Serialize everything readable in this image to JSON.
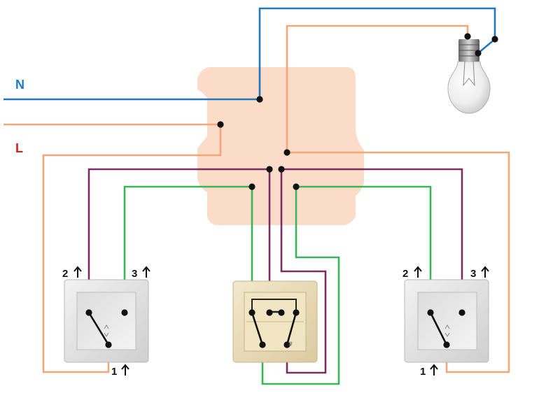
{
  "labels": {
    "neutral": "N",
    "live": "L",
    "left_switch_top_left": "2",
    "left_switch_top_right": "3",
    "left_switch_bottom": "1",
    "right_switch_top_left": "2",
    "right_switch_top_right": "3",
    "right_switch_bottom": "1",
    "cross_switch_mark": "#"
  },
  "colors": {
    "neutral_wire": "#1f78c1",
    "live_wire": "#f0a878",
    "traveler_purple": "#7a2e63",
    "traveler_green": "#3cb45a",
    "junction_box": "#fbdcc8",
    "neutral_label": "#1f78c1",
    "live_label": "#d42020",
    "switch_plate": "#e4e4e4",
    "cross_switch_plate": "#efe2c2"
  }
}
